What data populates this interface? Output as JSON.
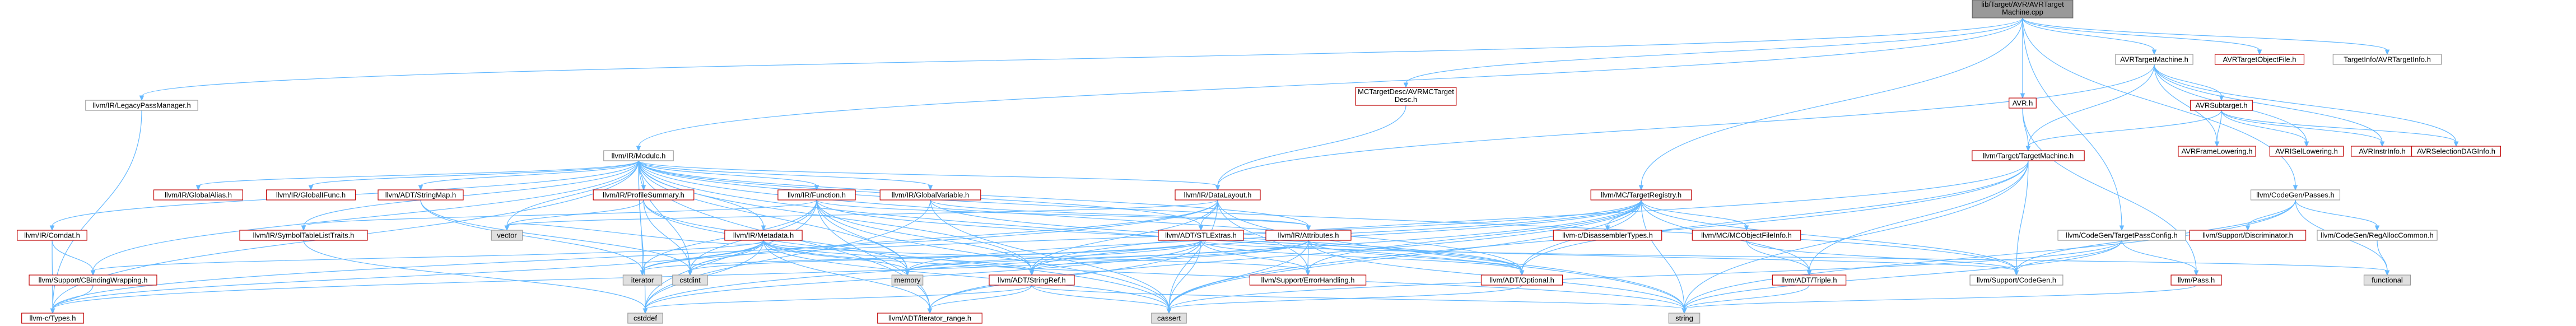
{
  "graph": {
    "root": "lib/Target/AVR/AVRTargetMachine.cpp",
    "colors": {
      "root_fill": "#999999",
      "node_border": "#999999",
      "linked_border": "#bf0000",
      "system_fill": "#e0e0e0",
      "edge": "#63b8ff"
    },
    "nodes": [
      {
        "id": "root",
        "label": "lib/Target/AVR/AVRTargetMachine.cpp",
        "kind": "root"
      },
      {
        "id": "legacypm",
        "label": "llvm/IR/LegacyPassManager.h",
        "kind": "plain"
      },
      {
        "id": "mctargetdesc",
        "label": "MCTargetDesc/AVRMCTargetDesc.h",
        "kind": "red"
      },
      {
        "id": "avr",
        "label": "AVR.h",
        "kind": "red"
      },
      {
        "id": "avrtm",
        "label": "AVRTargetMachine.h",
        "kind": "plain"
      },
      {
        "id": "avrtof",
        "label": "AVRTargetObjectFile.h",
        "kind": "red"
      },
      {
        "id": "tiavr",
        "label": "TargetInfo/AVRTargetInfo.h",
        "kind": "plain"
      },
      {
        "id": "module",
        "label": "llvm/IR/Module.h",
        "kind": "plain"
      },
      {
        "id": "avrsubtarget",
        "label": "AVRSubtarget.h",
        "kind": "red"
      },
      {
        "id": "targetmachine",
        "label": "llvm/Target/TargetMachine.h",
        "kind": "red"
      },
      {
        "id": "codegenpasses",
        "label": "llvm/CodeGen/Passes.h",
        "kind": "plain"
      },
      {
        "id": "globalalias",
        "label": "llvm/IR/GlobalAlias.h",
        "kind": "red"
      },
      {
        "id": "globalifunc",
        "label": "llvm/IR/GlobalIFunc.h",
        "kind": "red"
      },
      {
        "id": "stringmap",
        "label": "llvm/ADT/StringMap.h",
        "kind": "red"
      },
      {
        "id": "profilesummary",
        "label": "llvm/IR/ProfileSummary.h",
        "kind": "red"
      },
      {
        "id": "function",
        "label": "llvm/IR/Function.h",
        "kind": "red"
      },
      {
        "id": "globalvariable",
        "label": "llvm/IR/GlobalVariable.h",
        "kind": "red"
      },
      {
        "id": "datalayout",
        "label": "llvm/IR/DataLayout.h",
        "kind": "red"
      },
      {
        "id": "mctargetregistry",
        "label": "llvm/MC/TargetRegistry.h",
        "kind": "red"
      },
      {
        "id": "avrframelowering",
        "label": "AVRFrameLowering.h",
        "kind": "red"
      },
      {
        "id": "avrisellowering",
        "label": "AVRISelLowering.h",
        "kind": "red"
      },
      {
        "id": "avrinstrinfo",
        "label": "AVRInstrInfo.h",
        "kind": "red"
      },
      {
        "id": "avrselectiondag",
        "label": "AVRSelectionDAGInfo.h",
        "kind": "red"
      },
      {
        "id": "comdat",
        "label": "llvm/IR/Comdat.h",
        "kind": "red"
      },
      {
        "id": "symtablelisttraits",
        "label": "llvm/IR/SymbolTableListTraits.h",
        "kind": "red"
      },
      {
        "id": "vector",
        "label": "vector",
        "kind": "sys"
      },
      {
        "id": "metadata",
        "label": "llvm/IR/Metadata.h",
        "kind": "red"
      },
      {
        "id": "stlextras",
        "label": "llvm/ADT/STLExtras.h",
        "kind": "red"
      },
      {
        "id": "attributes",
        "label": "llvm/IR/Attributes.h",
        "kind": "red"
      },
      {
        "id": "disassemblertypes",
        "label": "llvm-c/DisassemblerTypes.h",
        "kind": "red"
      },
      {
        "id": "mcobjectfileinfo",
        "label": "llvm/MC/MCObjectFileInfo.h",
        "kind": "red"
      },
      {
        "id": "cgtargetpassconfig",
        "label": "llvm/CodeGen/TargetPassConfig.h",
        "kind": "plain"
      },
      {
        "id": "supportdiscriminator",
        "label": "llvm/Support/Discriminator.h",
        "kind": "red"
      },
      {
        "id": "regalloccommon",
        "label": "llvm/CodeGen/RegAllocCommon.h",
        "kind": "plain"
      },
      {
        "id": "cbindingwrapping",
        "label": "llvm/Support/CBindingWrapping.h",
        "kind": "red"
      },
      {
        "id": "iterator",
        "label": "iterator",
        "kind": "sys"
      },
      {
        "id": "cstdint",
        "label": "cstdint",
        "kind": "sys"
      },
      {
        "id": "memory",
        "label": "memory",
        "kind": "sys"
      },
      {
        "id": "stringref",
        "label": "llvm/ADT/StringRef.h",
        "kind": "red"
      },
      {
        "id": "errorhandling",
        "label": "llvm/Support/ErrorHandling.h",
        "kind": "red"
      },
      {
        "id": "optional",
        "label": "llvm/ADT/Optional.h",
        "kind": "red"
      },
      {
        "id": "triple",
        "label": "llvm/ADT/Triple.h",
        "kind": "red"
      },
      {
        "id": "supportcodegen",
        "label": "llvm/Support/CodeGen.h",
        "kind": "plain"
      },
      {
        "id": "pass",
        "label": "llvm/Pass.h",
        "kind": "red"
      },
      {
        "id": "functional",
        "label": "functional",
        "kind": "sys"
      },
      {
        "id": "ctypes",
        "label": "llvm-c/Types.h",
        "kind": "red"
      },
      {
        "id": "cstddef",
        "label": "cstddef",
        "kind": "sys"
      },
      {
        "id": "iteratorrange",
        "label": "llvm/ADT/iterator_range.h",
        "kind": "red"
      },
      {
        "id": "cassert",
        "label": "cassert",
        "kind": "sys"
      },
      {
        "id": "string",
        "label": "string",
        "kind": "sys"
      }
    ],
    "edges": [
      [
        "root",
        "legacypm"
      ],
      [
        "root",
        "module"
      ],
      [
        "root",
        "mctargetdesc"
      ],
      [
        "root",
        "avr"
      ],
      [
        "root",
        "avrtm"
      ],
      [
        "root",
        "avrtof"
      ],
      [
        "root",
        "tiavr"
      ],
      [
        "root",
        "mctargetregistry"
      ],
      [
        "root",
        "codegenpasses"
      ],
      [
        "root",
        "cgtargetpassconfig"
      ],
      [
        "legacypm",
        "ctypes"
      ],
      [
        "mctargetdesc",
        "datalayout"
      ],
      [
        "avr",
        "targetmachine"
      ],
      [
        "avr",
        "pass"
      ],
      [
        "avrtm",
        "avrsubtarget"
      ],
      [
        "avrtm",
        "targetmachine"
      ],
      [
        "avrtm",
        "datalayout"
      ],
      [
        "avrtm",
        "avrframelowering"
      ],
      [
        "avrtm",
        "avrisellowering"
      ],
      [
        "avrtm",
        "avrinstrinfo"
      ],
      [
        "avrtm",
        "avrselectiondag"
      ],
      [
        "avrsubtarget",
        "avrframelowering"
      ],
      [
        "avrsubtarget",
        "avrisellowering"
      ],
      [
        "avrsubtarget",
        "avrinstrinfo"
      ],
      [
        "avrsubtarget",
        "avrselectiondag"
      ],
      [
        "avrsubtarget",
        "targetmachine"
      ],
      [
        "targetmachine",
        "supportcodegen"
      ],
      [
        "targetmachine",
        "triple"
      ],
      [
        "targetmachine",
        "optional"
      ],
      [
        "targetmachine",
        "stringref"
      ],
      [
        "targetmachine",
        "string"
      ],
      [
        "targetmachine",
        "cassert"
      ],
      [
        "module",
        "globalalias"
      ],
      [
        "module",
        "globalifunc"
      ],
      [
        "module",
        "stringmap"
      ],
      [
        "module",
        "profilesummary"
      ],
      [
        "module",
        "function"
      ],
      [
        "module",
        "globalvariable"
      ],
      [
        "module",
        "datalayout"
      ],
      [
        "module",
        "comdat"
      ],
      [
        "module",
        "symtablelisttraits"
      ],
      [
        "module",
        "metadata"
      ],
      [
        "module",
        "stlextras"
      ],
      [
        "module",
        "attributes"
      ],
      [
        "module",
        "cbindingwrapping"
      ],
      [
        "module",
        "ctypes"
      ],
      [
        "module",
        "iterator"
      ],
      [
        "module",
        "cstdint"
      ],
      [
        "module",
        "cstddef"
      ],
      [
        "module",
        "memory"
      ],
      [
        "module",
        "stringref"
      ],
      [
        "module",
        "optional"
      ],
      [
        "module",
        "supportcodegen"
      ],
      [
        "module",
        "string"
      ],
      [
        "module",
        "vector"
      ],
      [
        "module",
        "iteratorrange"
      ],
      [
        "function",
        "attributes"
      ],
      [
        "function",
        "stringref"
      ],
      [
        "function",
        "symtablelisttraits"
      ],
      [
        "function",
        "iterator"
      ],
      [
        "function",
        "memory"
      ],
      [
        "function",
        "cassert"
      ],
      [
        "function",
        "cstddef"
      ],
      [
        "function",
        "cstdint"
      ],
      [
        "function",
        "optional"
      ],
      [
        "function",
        "iteratorrange"
      ],
      [
        "globalvariable",
        "attributes"
      ],
      [
        "globalvariable",
        "optional"
      ],
      [
        "globalvariable",
        "cassert"
      ],
      [
        "globalvariable",
        "cstddef"
      ],
      [
        "profilesummary",
        "vector"
      ],
      [
        "profilesummary",
        "cstdint"
      ],
      [
        "profilesummary",
        "memory"
      ],
      [
        "profilesummary",
        "cassert"
      ],
      [
        "stringmap",
        "iterator"
      ],
      [
        "stringmap",
        "cstdint"
      ],
      [
        "datalayout",
        "stringref"
      ],
      [
        "datalayout",
        "stlextras"
      ],
      [
        "datalayout",
        "errorhandling"
      ],
      [
        "datalayout",
        "string"
      ],
      [
        "datalayout",
        "cassert"
      ],
      [
        "datalayout",
        "cstdint"
      ],
      [
        "datalayout",
        "vector"
      ],
      [
        "datalayout",
        "ctypes"
      ],
      [
        "mctargetregistry",
        "disassemblertypes"
      ],
      [
        "mctargetregistry",
        "mcobjectfileinfo"
      ],
      [
        "mctargetregistry",
        "triple"
      ],
      [
        "mctargetregistry",
        "optional"
      ],
      [
        "mctargetregistry",
        "stringref"
      ],
      [
        "mctargetregistry",
        "errorhandling"
      ],
      [
        "mctargetregistry",
        "supportcodegen"
      ],
      [
        "mctargetregistry",
        "iteratorrange"
      ],
      [
        "mctargetregistry",
        "memory"
      ],
      [
        "mctargetregistry",
        "string"
      ],
      [
        "mctargetregistry",
        "cassert"
      ],
      [
        "mctargetregistry",
        "cstddef"
      ],
      [
        "mctargetregistry",
        "iterator"
      ],
      [
        "mcobjectfileinfo",
        "triple"
      ],
      [
        "mcobjectfileinfo",
        "supportcodegen"
      ],
      [
        "codegenpasses",
        "supportdiscriminator"
      ],
      [
        "codegenpasses",
        "regalloccommon"
      ],
      [
        "codegenpasses",
        "supportcodegen"
      ],
      [
        "codegenpasses",
        "functional"
      ],
      [
        "codegenpasses",
        "string"
      ],
      [
        "cgtargetpassconfig",
        "pass"
      ],
      [
        "cgtargetpassconfig",
        "supportcodegen"
      ],
      [
        "cgtargetpassconfig",
        "cassert"
      ],
      [
        "cgtargetpassconfig",
        "string"
      ],
      [
        "regalloccommon",
        "functional"
      ],
      [
        "pass",
        "string"
      ],
      [
        "comdat",
        "cbindingwrapping"
      ],
      [
        "comdat",
        "ctypes"
      ],
      [
        "symtablelisttraits",
        "cstddef"
      ],
      [
        "metadata",
        "stringref"
      ],
      [
        "metadata",
        "errorhandling"
      ],
      [
        "metadata",
        "cbindingwrapping"
      ],
      [
        "metadata",
        "iteratorrange"
      ],
      [
        "metadata",
        "cassert"
      ],
      [
        "metadata",
        "cstddef"
      ],
      [
        "metadata",
        "cstdint"
      ],
      [
        "metadata",
        "memory"
      ],
      [
        "metadata",
        "iterator"
      ],
      [
        "metadata",
        "string"
      ],
      [
        "metadata",
        "vector"
      ],
      [
        "metadata",
        "ctypes"
      ],
      [
        "stlextras",
        "functional"
      ],
      [
        "stlextras",
        "iterator"
      ],
      [
        "stlextras",
        "memory"
      ],
      [
        "stlextras",
        "cassert"
      ],
      [
        "stlextras",
        "cstddef"
      ],
      [
        "stlextras",
        "cstdint"
      ],
      [
        "stlextras",
        "iteratorrange"
      ],
      [
        "stlextras",
        "errorhandling"
      ],
      [
        "stlextras",
        "optional"
      ],
      [
        "attributes",
        "stringref"
      ],
      [
        "attributes",
        "optional"
      ],
      [
        "attributes",
        "errorhandling"
      ],
      [
        "attributes",
        "supportcodegen"
      ],
      [
        "attributes",
        "string"
      ],
      [
        "attributes",
        "memory"
      ],
      [
        "attributes",
        "cassert"
      ],
      [
        "attributes",
        "ctypes"
      ],
      [
        "cbindingwrapping",
        "ctypes"
      ],
      [
        "stringref",
        "iteratorrange"
      ],
      [
        "stringref",
        "string"
      ],
      [
        "stringref",
        "cstddef"
      ],
      [
        "stringref",
        "cassert"
      ],
      [
        "optional",
        "cassert"
      ],
      [
        "triple",
        "string"
      ]
    ]
  }
}
